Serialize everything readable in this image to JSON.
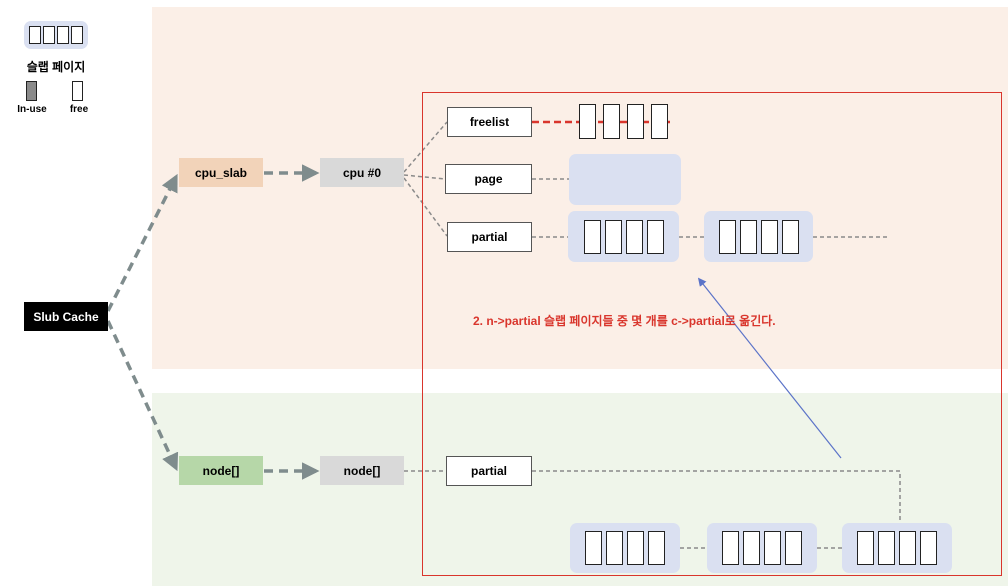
{
  "legend": {
    "slab_label": "슬랩 페이지",
    "inuse_label": "In-use",
    "free_label": "free"
  },
  "nodes": {
    "slub_cache": "Slub Cache",
    "cpu_slab": "cpu_slab",
    "cpu0": "cpu #0",
    "node_arr": "node[]",
    "node_box": "node[]",
    "freelist": "freelist",
    "page": "page",
    "partial_cpu": "partial",
    "partial_node": "partial"
  },
  "annotation": "2. n->partial 슬랩 페이지들 중 몇 개를 c->partial로 옮긴다.",
  "colors": {
    "cpu_region": "#fbefe7",
    "node_region": "#eff5ea",
    "cpu_slab_box": "#f2d3b9",
    "node_arr_box": "#b6d7a8",
    "highlight_border": "#d9352c",
    "arrow_blue": "#5b73c8",
    "slab_page": "#dae0f1"
  }
}
